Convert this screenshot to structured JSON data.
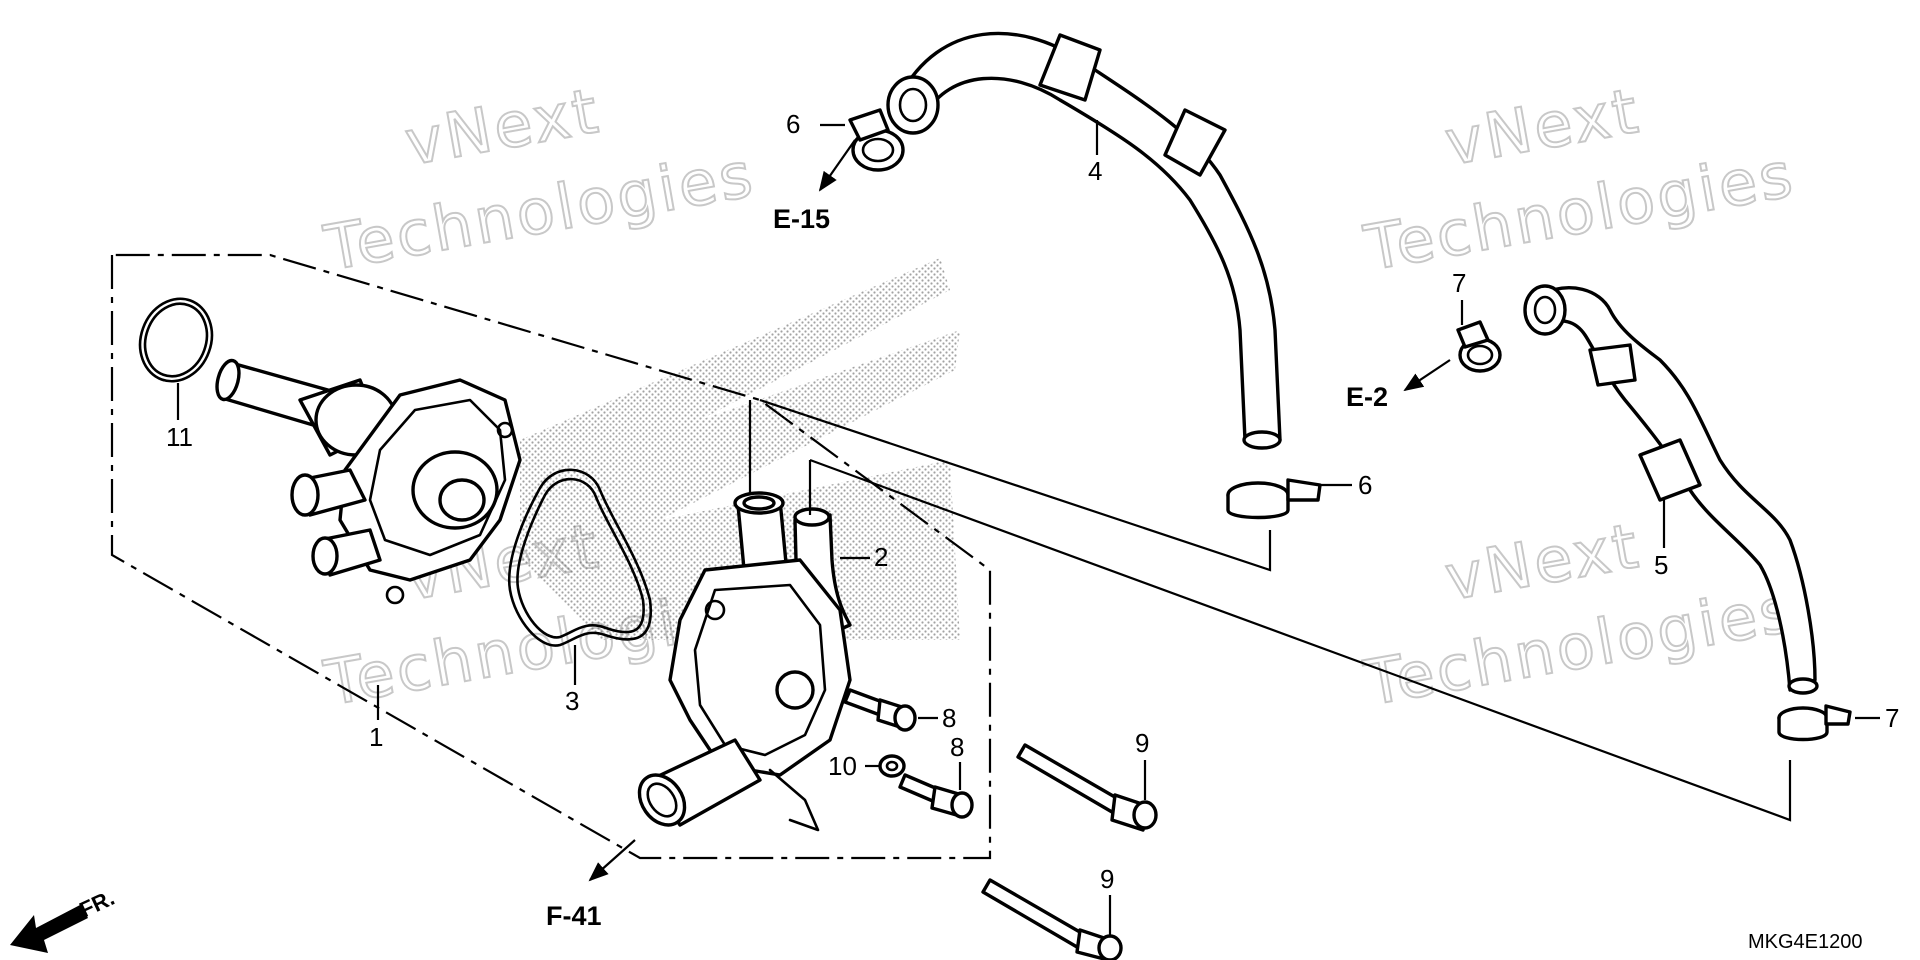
{
  "watermark": {
    "line1": "vNext",
    "line2": "Technologies"
  },
  "callouts": {
    "c1": "1",
    "c2": "2",
    "c3": "3",
    "c4": "4",
    "c5": "5",
    "c6a": "6",
    "c6b": "6",
    "c7a": "7",
    "c7b": "7",
    "c8a": "8",
    "c8b": "8",
    "c9a": "9",
    "c9b": "9",
    "c10": "10",
    "c11": "11"
  },
  "references": {
    "e15": "E-15",
    "e2": "E-2",
    "f41": "F-41"
  },
  "direction_label": "FR.",
  "diagram_code": "MKG4E1200"
}
